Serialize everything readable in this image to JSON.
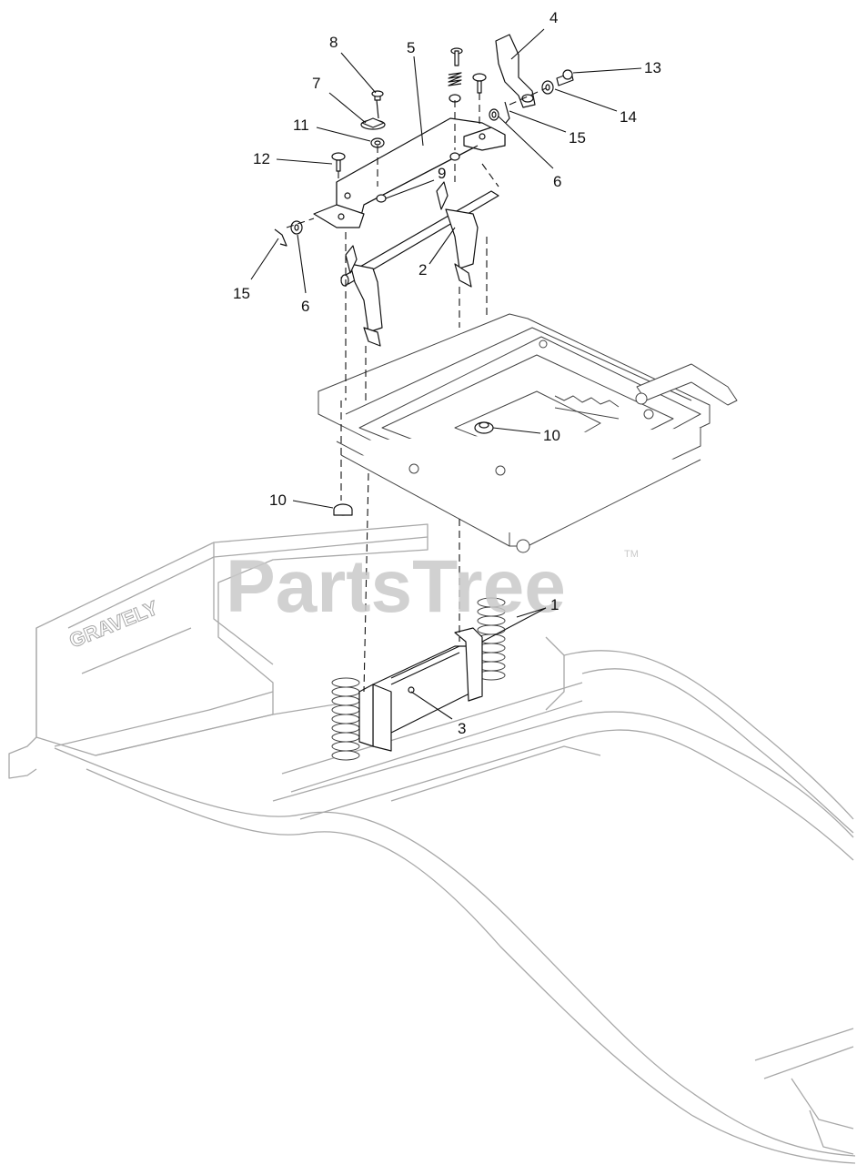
{
  "callouts": {
    "c1": "1",
    "c2": "2",
    "c3": "3",
    "c4": "4",
    "c5": "5",
    "c6a": "6",
    "c6b": "6",
    "c7": "7",
    "c8": "8",
    "c9": "9",
    "c10a": "10",
    "c10b": "10",
    "c11": "11",
    "c12": "12",
    "c13": "13",
    "c14": "14",
    "c15a": "15",
    "c15b": "15"
  },
  "watermark": {
    "text": "PartsTree",
    "trademark": "TM"
  },
  "brand_plate": "GRAVELY"
}
